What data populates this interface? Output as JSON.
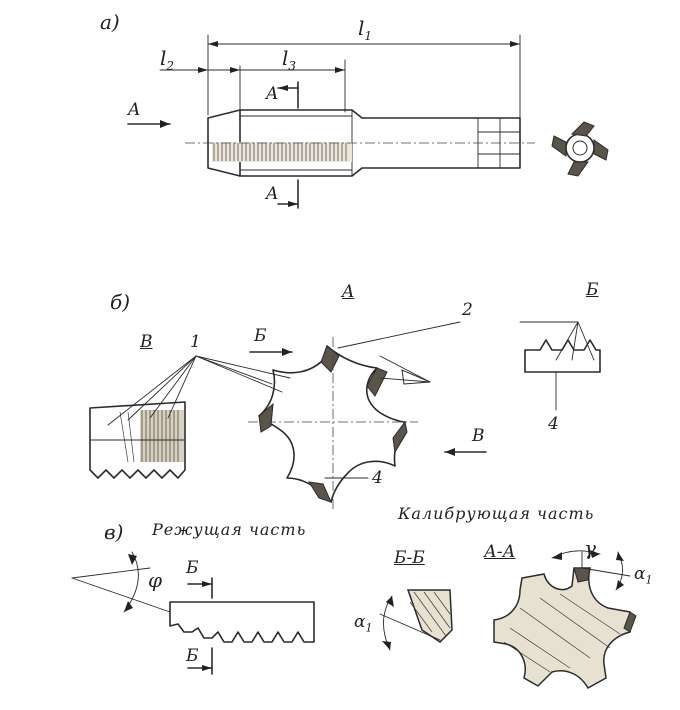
{
  "panels": {
    "a": "а)",
    "b": "б)",
    "v": "в)"
  },
  "dimensions": {
    "l1": "l",
    "l1_sub": "1",
    "l2": "l",
    "l2_sub": "2",
    "l3": "l",
    "l3_sub": "3"
  },
  "section_marks": {
    "A": "A",
    "B": "Б",
    "V": "В"
  },
  "callouts": {
    "c1": "1",
    "c2": "2",
    "c4a": "4",
    "c4b": "4"
  },
  "headings": {
    "cutting_part": "Режущая часть",
    "calibrating_part": "Калибрующая часть",
    "section_bb": "Б-Б",
    "section_aa": "А-А"
  },
  "angles": {
    "phi": "φ",
    "gamma": "γ",
    "alpha": "α",
    "alpha_sub": "1"
  }
}
